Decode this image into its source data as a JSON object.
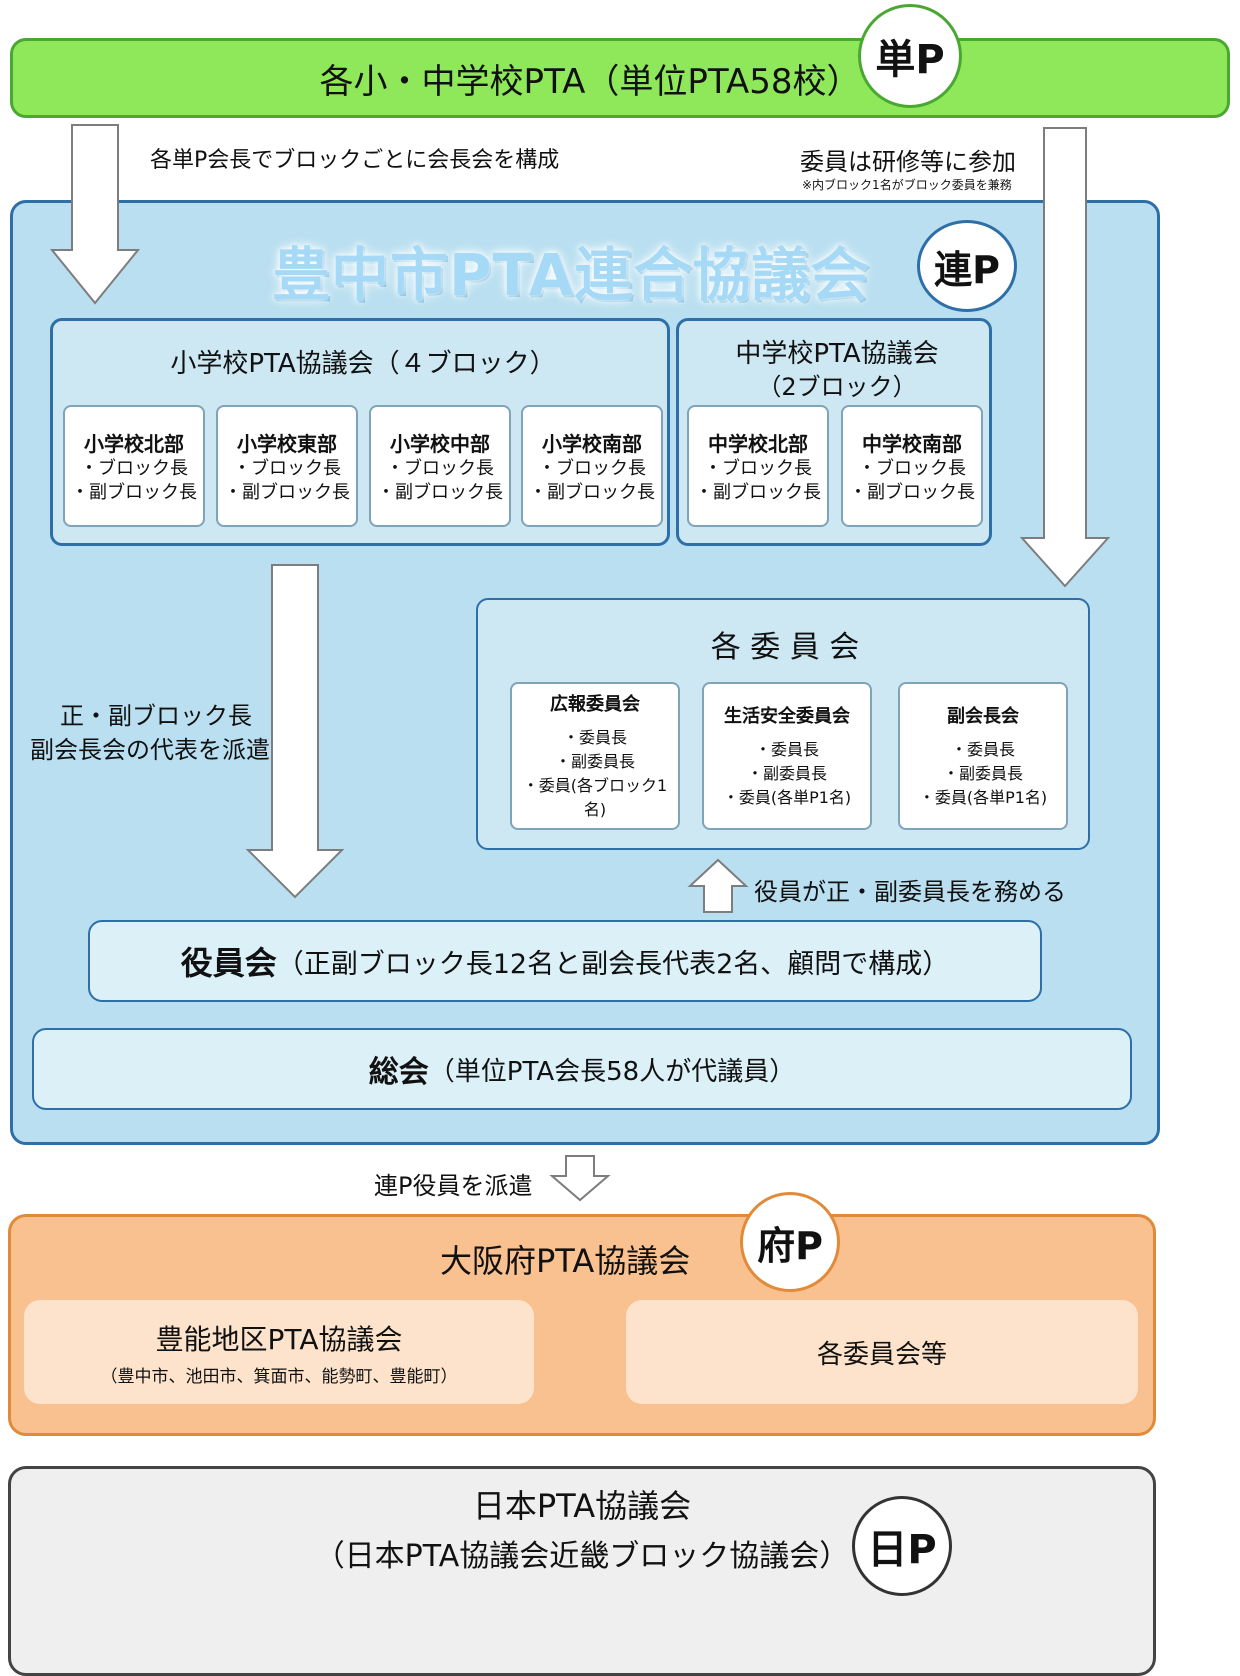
{
  "unit_pta": {
    "title": "各小・中学校PTA（単位PTA58校）",
    "badge": "単P"
  },
  "flow": {
    "left_arrow_label": "各単P会長でブロックごとに会長会を構成",
    "right_arrow_label": "委員は研修等に参加",
    "right_arrow_note": "※内ブロック1名がブロック委員を兼務",
    "mid_arrow_label_1": "正・副ブロック長",
    "mid_arrow_label_2": "副会長会の代表を派遣",
    "up_arrow_label": "役員が正・副委員長を務める",
    "bottom_arrow_label": "連P役員を派遣"
  },
  "city": {
    "title": "豊中市PTA連合協議会",
    "badge": "連P",
    "elementary": {
      "title": "小学校PTA協議会（４ブロック）",
      "blocks": [
        {
          "name": "小学校北部",
          "line1": "・ブロック長",
          "line2": "・副ブロック長"
        },
        {
          "name": "小学校東部",
          "line1": "・ブロック長",
          "line2": "・副ブロック長"
        },
        {
          "name": "小学校中部",
          "line1": "・ブロック長",
          "line2": "・副ブロック長"
        },
        {
          "name": "小学校南部",
          "line1": "・ブロック長",
          "line2": "・副ブロック長"
        }
      ]
    },
    "junior": {
      "title_1": "中学校PTA協議会",
      "title_2": "（2ブロック）",
      "blocks": [
        {
          "name": "中学校北部",
          "line1": "・ブロック長",
          "line2": "・副ブロック長"
        },
        {
          "name": "中学校南部",
          "line1": "・ブロック長",
          "line2": "・副ブロック長"
        }
      ]
    },
    "committees": {
      "title": "各 委 員 会",
      "items": [
        {
          "name": "広報委員会",
          "line1": "・委員長",
          "line2": "・副委員長",
          "line3": "・委員(各ブロック1名)"
        },
        {
          "name": "生活安全委員会",
          "line1": "・委員長",
          "line2": "・副委員長",
          "line3": "・委員(各単P1名)"
        },
        {
          "name": "副会長会",
          "line1": "・委員長",
          "line2": "・副委員長",
          "line3": "・委員(各単P1名)"
        }
      ]
    },
    "officers": {
      "bold": "役員会",
      "rest": "（正副ブロック長12名と副会長代表2名、顧問で構成）"
    },
    "general": {
      "bold": "総会",
      "rest": "（単位PTA会長58人が代議員）"
    }
  },
  "osaka": {
    "title": "大阪府PTA協議会",
    "badge": "府P",
    "toyono": {
      "title": "豊能地区PTA協議会",
      "sub": "（豊中市、池田市、箕面市、能勢町、豊能町）"
    },
    "committees": "各委員会等"
  },
  "japan": {
    "title_1": "日本PTA協議会",
    "title_2": "（日本PTA協議会近畿ブロック協議会）",
    "badge": "日P"
  },
  "colors": {
    "unit_fill": "#8ee85a",
    "unit_border": "#4aa832",
    "city_fill": "#b9dff0",
    "city_border": "#2e6fa8",
    "city_title": "#9fd4f2",
    "osaka_fill": "#f9c18f",
    "osaka_border": "#e08a3a",
    "osaka_inner": "#fde3cb",
    "japan_fill": "#efefef",
    "japan_border": "#444444"
  }
}
